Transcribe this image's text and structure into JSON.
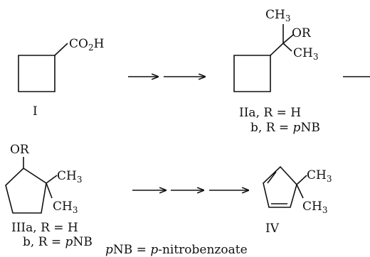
{
  "compounds": {
    "I": {
      "name": "I",
      "substituent": "CO2H",
      "substituent_parts": [
        "CO",
        "2",
        "H"
      ]
    },
    "II": {
      "top_methyl": [
        "CH",
        "3"
      ],
      "oxy_group": "OR",
      "side_methyl": [
        "CH",
        "3"
      ],
      "label_a": "IIa, R = H",
      "label_b": "b, R = pNB",
      "label_a_parts": [
        "IIa, R = H"
      ],
      "label_b_parts": [
        "b, R = ",
        "p",
        "NB"
      ]
    },
    "III": {
      "oxy_group": "OR",
      "methyl_upper": [
        "CH",
        "3"
      ],
      "methyl_lower": [
        "CH",
        "3"
      ],
      "label_a": "IIIa, R = H",
      "label_b": "b, R = pNB",
      "label_a_parts": [
        "IIIa, R = H"
      ],
      "label_b_parts": [
        "b, R = ",
        "p",
        "NB"
      ]
    },
    "IV": {
      "name": "IV",
      "methyl_upper": [
        "CH",
        "3"
      ],
      "methyl_lower": [
        "CH",
        "3"
      ]
    }
  },
  "footnote": "pNB = p-nitrobenzoate",
  "footnote_parts": [
    "p",
    "NB = ",
    "p",
    "-nitrobenzoate"
  ]
}
